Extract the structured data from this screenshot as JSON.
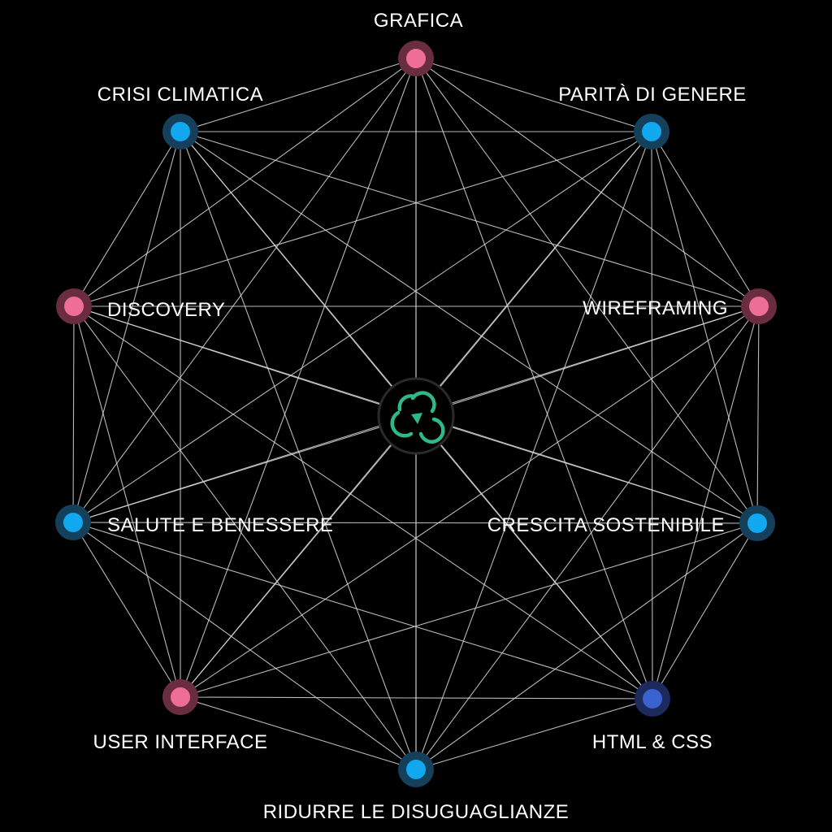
{
  "background_color": "#000000",
  "edge_color": "#d9d9d9",
  "center": {
    "icon": "app-logo-icon",
    "icon_color": "#2fb986",
    "ring_color": "#2a2a2a"
  },
  "node_colors": {
    "pink": {
      "fill": "#ee6e98",
      "halo": "#6a2c3f"
    },
    "blue": {
      "fill": "#12a8f0",
      "halo": "#14405b"
    },
    "indigo": {
      "fill": "#3a62d0",
      "halo": "#1d2a5c"
    }
  },
  "nodes": [
    {
      "id": "grafica",
      "label": "GRAFICA",
      "color": "pink"
    },
    {
      "id": "parita-di-genere",
      "label": "PARITÀ DI GENERE",
      "color": "blue"
    },
    {
      "id": "wireframing",
      "label": "WIREFRAMING",
      "color": "pink"
    },
    {
      "id": "crescita-sostenibile",
      "label": "CRESCITA SOSTENIBILE",
      "color": "blue"
    },
    {
      "id": "html-css",
      "label": "HTML & CSS",
      "color": "indigo"
    },
    {
      "id": "ridurre-le-disuguaglianze",
      "label": "RIDURRE LE DISUGUAGLIANZE",
      "color": "blue"
    },
    {
      "id": "user-interface",
      "label": "USER INTERFACE",
      "color": "pink"
    },
    {
      "id": "salute-e-benessere",
      "label": "SALUTE E BENESSERE",
      "color": "blue"
    },
    {
      "id": "discovery",
      "label": "DISCOVERY",
      "color": "pink"
    },
    {
      "id": "crisi-climatica",
      "label": "CRISI CLIMATICA",
      "color": "blue"
    }
  ]
}
